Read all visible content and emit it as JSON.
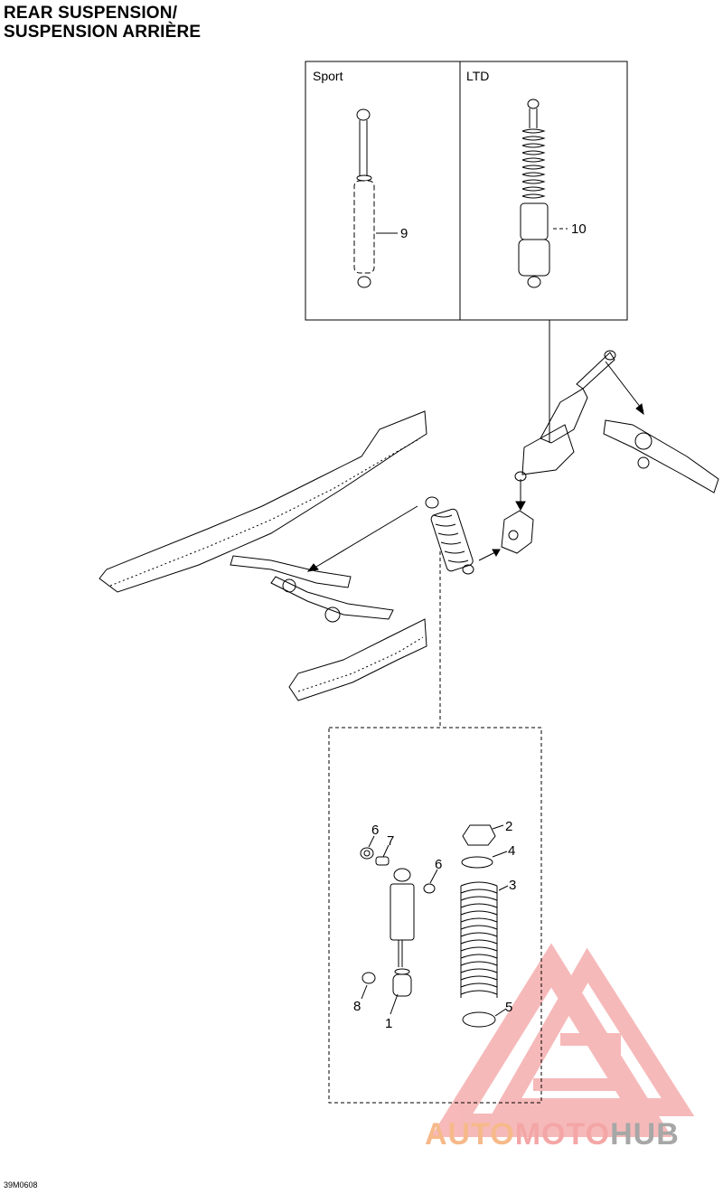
{
  "title": {
    "line1": "REAR SUSPENSION/",
    "line2": "SUSPENSION ARRIÈRE"
  },
  "panels": {
    "sport_label": "Sport",
    "ltd_label": "LTD"
  },
  "callouts": {
    "c1": "1",
    "c2": "2",
    "c3": "3",
    "c4": "4",
    "c5": "5",
    "c6a": "6",
    "c6b": "6",
    "c7": "7",
    "c8": "8",
    "c9": "9",
    "c10": "10"
  },
  "drawing_code": "39M0608",
  "watermark": {
    "part1": "AUTO",
    "part2": "MOTO",
    "part3": "HUB"
  },
  "colors": {
    "line": "#000000",
    "watermark_red": "#f08080",
    "watermark_orange": "#f6b98a",
    "watermark_gray": "#a7a7a7"
  }
}
